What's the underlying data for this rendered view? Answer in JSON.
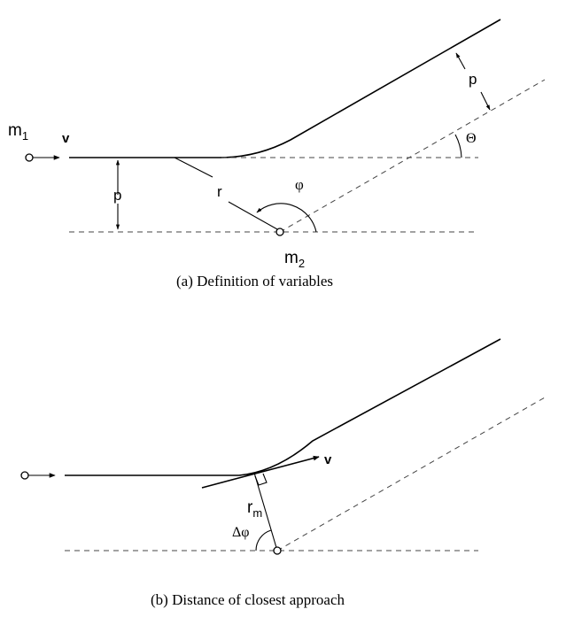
{
  "diagram_a": {
    "caption": "(a) Definition of variables",
    "mass1_label": "m",
    "mass1_sub": "1",
    "mass2_label": "m",
    "mass2_sub": "2",
    "velocity_label": "v",
    "impact_param_label": "p",
    "impact_param_label_2": "p",
    "radius_label": "r",
    "angle_phi_label": "φ",
    "angle_theta_label": "Θ"
  },
  "diagram_b": {
    "caption": "(b) Distance of closest approach",
    "velocity_label": "v",
    "rmin_label": "r",
    "rmin_sub": "m",
    "delta_phi_label": "Δφ"
  }
}
